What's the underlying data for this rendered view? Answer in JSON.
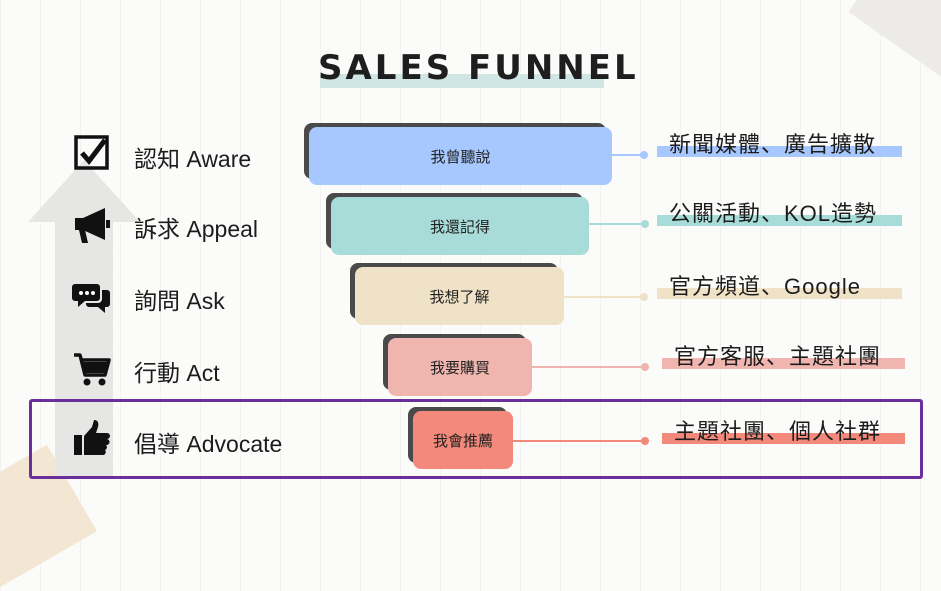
{
  "title": "SALES FUNNEL",
  "colors": {
    "aware": "#a7c8ff",
    "appeal": "#a8dcd8",
    "ask": "#efe2c6",
    "act": "#efb5ae",
    "advocate": "#f2897a",
    "highlight": "#6a2f9a",
    "arrow": "#e6e6e4"
  },
  "stages": [
    {
      "label": "認知 Aware",
      "icon": "checkbox-icon",
      "funnel": "我曾聽說",
      "channel": "新聞媒體、廣告擴散"
    },
    {
      "label": "訴求 Appeal",
      "icon": "megaphone-icon",
      "funnel": "我還記得",
      "channel": "公關活動、KOL造勢"
    },
    {
      "label": "詢問 Ask",
      "icon": "chat-bubbles-icon",
      "funnel": "我想了解",
      "channel": "官方頻道、Google"
    },
    {
      "label": "行動 Act",
      "icon": "shopping-cart-icon",
      "funnel": "我要購買",
      "channel": "官方客服、主題社團"
    },
    {
      "label": "倡導 Advocate",
      "icon": "thumbs-up-icon",
      "funnel": "我會推薦",
      "channel": "主題社團、個人社群"
    }
  ]
}
